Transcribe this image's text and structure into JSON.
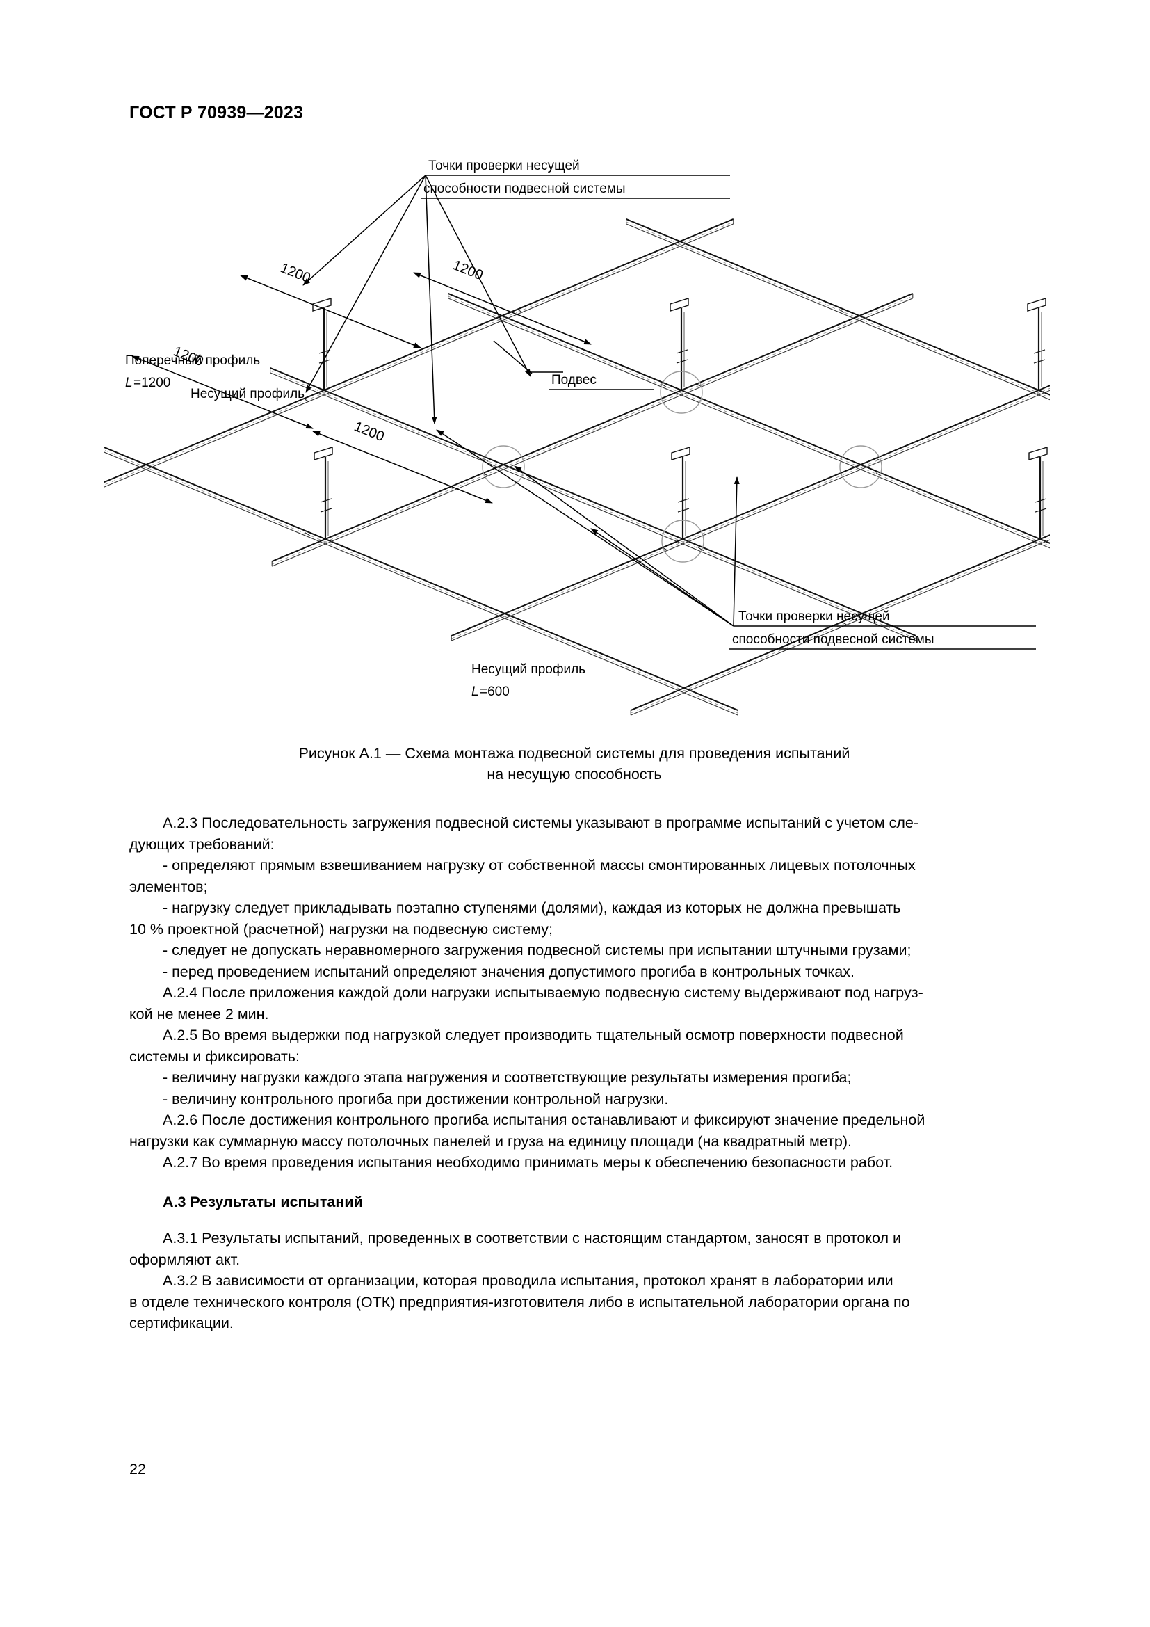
{
  "header": {
    "standard": "ГОСТ Р 70939—2023"
  },
  "figure": {
    "caption_line1": "Рисунок А.1 — Схема монтажа подвесной системы для проведения испытаний",
    "caption_line2": "на несущую способность",
    "labels": {
      "check_points_top_line1": "Точки проверки несущей",
      "check_points_top_line2": "способности подвесной системы",
      "hanger": "Подвес",
      "cross_profile_line1": "Поперечный профиль",
      "cross_profile_line2_var": "L",
      "cross_profile_line2_val": "=1200",
      "main_profile": "Несущий профиль",
      "check_points_bottom_line1": "Точки проверки несущей",
      "check_points_bottom_line2": "способности подвесной системы",
      "main_profile_600_line1": "Несущий профиль",
      "main_profile_600_var": "L",
      "main_profile_600_val": "=600"
    },
    "dimensions": {
      "d1": "1200",
      "d2": "1200",
      "d3": "1200",
      "d4": "1200"
    }
  },
  "body": {
    "p_a23_l1": "А.2.3 Последовательность загружения подвесной системы указывают в программе испытаний с учетом сле-",
    "p_a23_l2": "дующих требований:",
    "p_b1_l1": "- определяют прямым взвешиванием нагрузку от собственной массы смонтированных лицевых потолочных",
    "p_b1_l2": "элементов;",
    "p_b2_l1": "- нагрузку следует прикладывать поэтапно ступенями (долями), каждая из которых не должна превышать",
    "p_b2_l2": "10 % проектной (расчетной) нагрузки на подвесную систему;",
    "p_b3": "- следует не допускать неравномерного загружения подвесной системы при испытании штучными грузами;",
    "p_b4": "- перед проведением испытаний определяют значения допустимого прогиба в контрольных точках.",
    "p_a24_l1": "А.2.4 После приложения каждой доли нагрузки испытываемую подвесную систему выдерживают под нагруз-",
    "p_a24_l2": "кой не менее 2 мин.",
    "p_a25_l1": "А.2.5 Во время выдержки под нагрузкой следует производить тщательный осмотр поверхности подвесной",
    "p_a25_l2": "системы и фиксировать:",
    "p_b5": "- величину нагрузки каждого этапа нагружения и соответствующие результаты измерения прогиба;",
    "p_b6": "- величину контрольного прогиба при достижении контрольной нагрузки.",
    "p_a26_l1": "А.2.6 После достижения контрольного прогиба испытания останавливают и фиксируют значение предельной",
    "p_a26_l2": "нагрузки как суммарную массу потолочных панелей и груза на единицу площади (на квадратный метр).",
    "p_a27": "А.2.7 Во время проведения испытания необходимо принимать меры к обеспечению безопасности работ.",
    "heading_a3": "А.3 Результаты испытаний",
    "p_a31_l1": "А.3.1 Результаты испытаний, проведенных в соответствии с настоящим стандартом, заносят в протокол и",
    "p_a31_l2": "оформляют акт.",
    "p_a32_l1": "А.3.2 В зависимости от организации, которая проводила испытания, протокол хранят в лаборатории или",
    "p_a32_l2": "в отделе технического контроля (ОТК) предприятия-изготовителя либо в испытательной лаборатории органа по",
    "p_a32_l3": "сертификации."
  },
  "footer": {
    "page_number": "22"
  }
}
